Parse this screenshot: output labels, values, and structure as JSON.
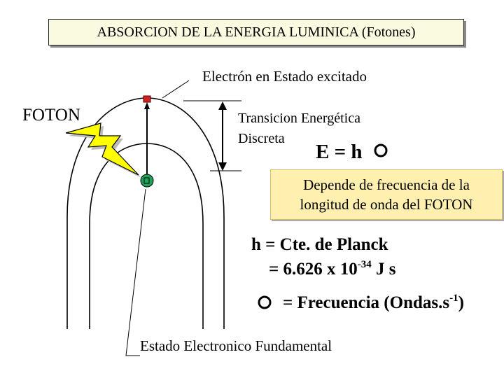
{
  "title": "ABSORCION DE LA ENERGIA LUMINICA  (Fotones)",
  "excited_label": "Electrón en Estado excitado",
  "photon_label": "FOTON",
  "transition_label": {
    "line1": "Transicion Energética",
    "line2": "Discreta"
  },
  "energy_equation": "E = h",
  "depends_text": {
    "line1": "Depende de frecuencia de la",
    "line2": "longitud de onda del FOTON"
  },
  "planck": {
    "line1": "h = Cte. de Planck",
    "line2_prefix": "= 6.626 x 10",
    "exponent": "-34",
    "line2_suffix": " J s"
  },
  "frequency": {
    "prefix": "= Frecuencia (Ondas.s",
    "exponent": "-1",
    "suffix": ")"
  },
  "ground_label": "Estado Electronico Fundamental",
  "colors": {
    "bolt_fill": "#ffff00",
    "electron_ground": "#1fa35a",
    "electron_excited": "#cc2222",
    "title_bg": "#fafae0",
    "depends_bg": "#fff0b0"
  }
}
